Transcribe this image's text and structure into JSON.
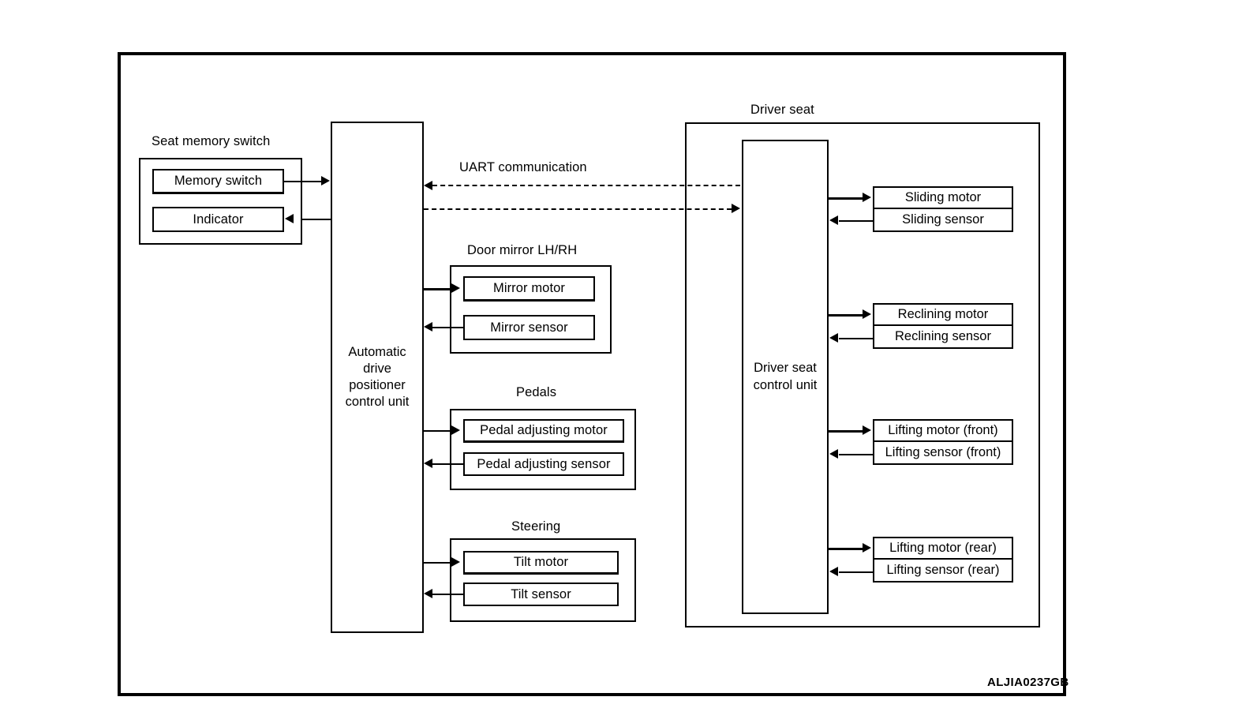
{
  "diagram": {
    "reference_code": "ALJIA0237GB",
    "communication_label": "UART communication",
    "groups": {
      "seat_memory_switch": {
        "title": "Seat memory switch",
        "items": [
          {
            "label": "Memory switch",
            "direction": "to-control-unit"
          },
          {
            "label": "Indicator",
            "direction": "from-control-unit"
          }
        ]
      },
      "door_mirror": {
        "title": "Door mirror LH/RH",
        "items": [
          {
            "label": "Mirror motor",
            "direction": "from-control-unit"
          },
          {
            "label": "Mirror sensor",
            "direction": "to-control-unit"
          }
        ]
      },
      "pedals": {
        "title": "Pedals",
        "items": [
          {
            "label": "Pedal adjusting motor",
            "direction": "from-control-unit"
          },
          {
            "label": "Pedal adjusting sensor",
            "direction": "to-control-unit"
          }
        ]
      },
      "steering": {
        "title": "Steering",
        "items": [
          {
            "label": "Tilt motor",
            "direction": "from-control-unit"
          },
          {
            "label": "Tilt sensor",
            "direction": "to-control-unit"
          }
        ]
      },
      "driver_seat": {
        "title": "Driver seat",
        "control_unit": "Driver seat\ncontrol unit",
        "pairs": [
          {
            "motor": "Sliding motor",
            "sensor": "Sliding sensor"
          },
          {
            "motor": "Reclining motor",
            "sensor": "Reclining sensor"
          },
          {
            "motor": "Lifting motor (front)",
            "sensor": "Lifting sensor (front)"
          },
          {
            "motor": "Lifting motor (rear)",
            "sensor": "Lifting sensor (rear)"
          }
        ]
      }
    },
    "control_unit": {
      "line1": "Automatic",
      "line2": "drive",
      "line3": "positioner",
      "line4": "control unit"
    },
    "driver_seat_control_unit": {
      "line1": "Driver seat",
      "line2": "control unit"
    },
    "colors": {
      "line": "#000000",
      "background": "#ffffff"
    }
  }
}
